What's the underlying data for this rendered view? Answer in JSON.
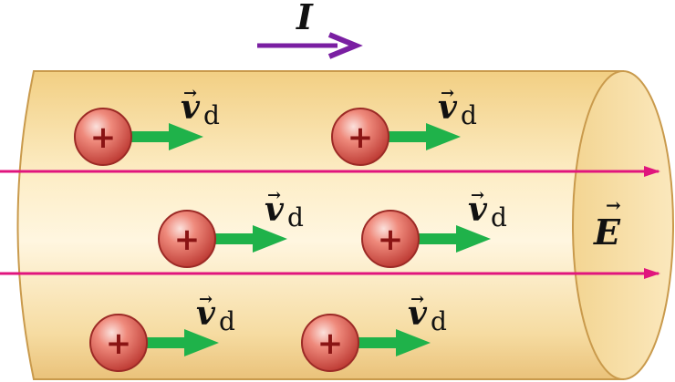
{
  "current": {
    "label": "I",
    "arrow_color": "#7a1fa2"
  },
  "field": {
    "label": "E",
    "arrow_glyph": "→",
    "line_color": "#e0157d"
  },
  "drift_velocity": {
    "symbol": "v",
    "subscript": "d",
    "arrow_glyph": "→",
    "arrow_color": "#1fb24a"
  },
  "charge": {
    "sign": "+",
    "fill": "#d9534f"
  },
  "conductor": {
    "fill": "#fbe0a6",
    "edge": "#c89a4a"
  }
}
